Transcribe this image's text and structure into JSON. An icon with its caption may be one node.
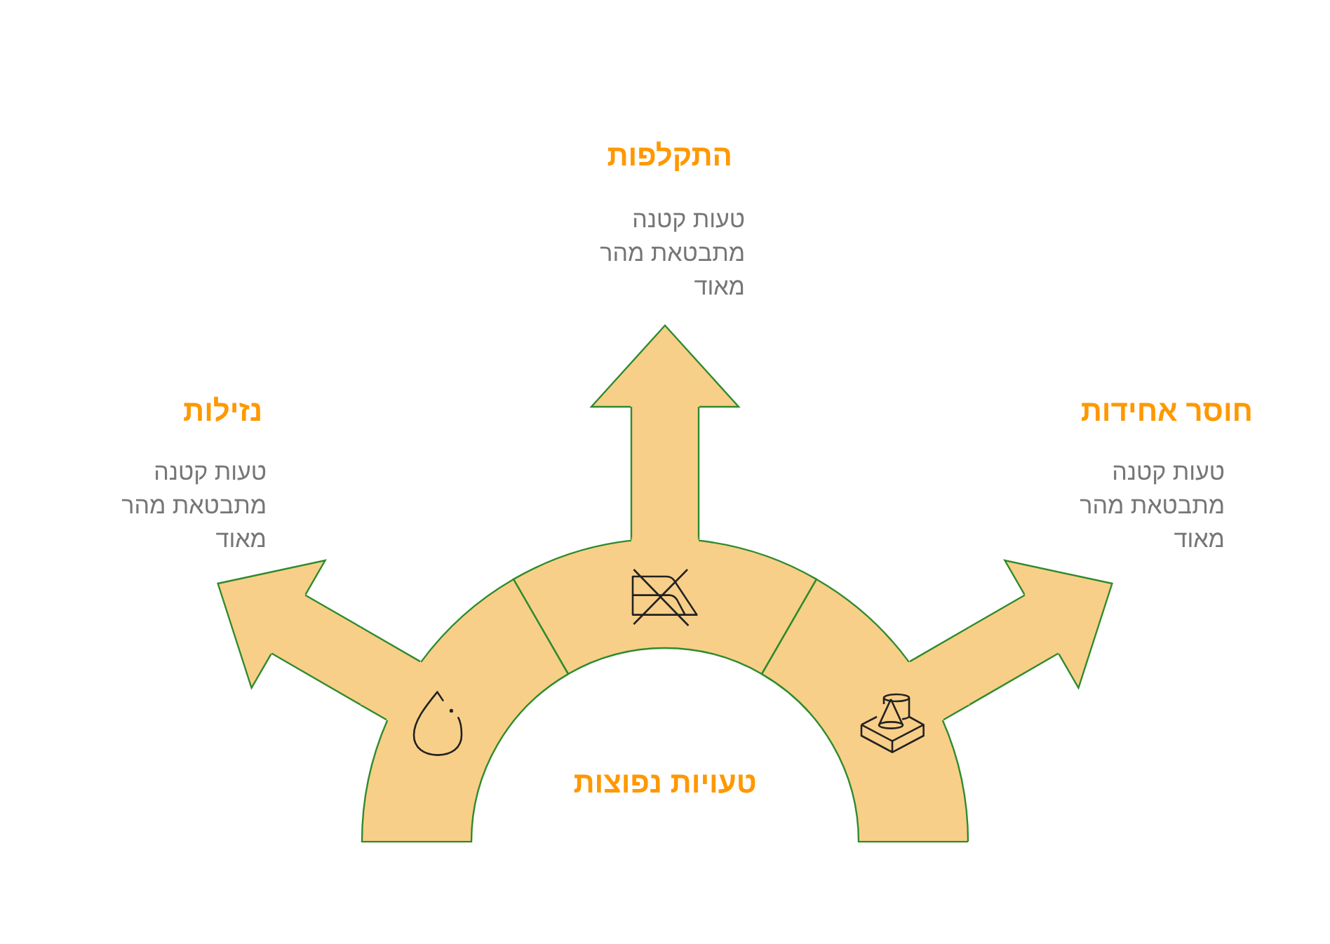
{
  "diagram": {
    "title": "טעויות נפוצות",
    "nodes": [
      {
        "text": [
          "התקלפות",
          "טעות קטנה מתבטאת מהר מאוד"
        ]
      },
      {
        "text": [
          "חוסר אחידות",
          "טעות קטנה מתבטאת מהר מאוד"
        ]
      },
      {
        "text": [
          "נזילות",
          "טעות קטנה מתבטאת מהר מאוד"
        ]
      },
      {
        "text": [],
        "shape": "arc"
      },
      {
        "text": [],
        "shape": "arc"
      },
      {
        "text": [],
        "shape": "arc"
      }
    ],
    "edges": [
      {
        "from": 3,
        "to": 0,
        "arrow": "to"
      },
      {
        "from": 4,
        "to": 1,
        "arrow": "to"
      },
      {
        "from": 5,
        "to": 2,
        "arrow": "to"
      }
    ]
  }
}
